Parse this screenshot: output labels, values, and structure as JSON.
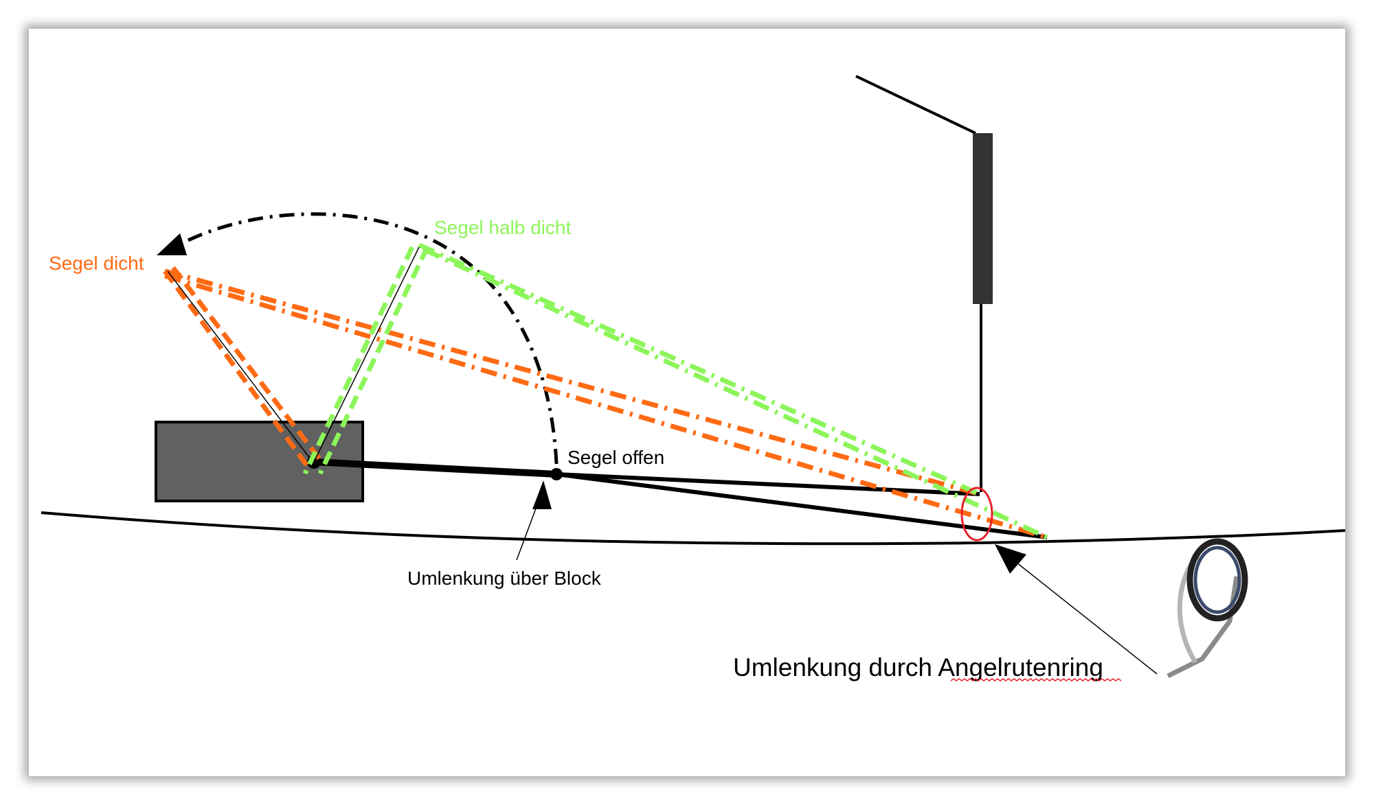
{
  "labels": {
    "sail_closed": "Segel dicht",
    "sail_half": "Segel halb dicht",
    "sail_open": "Segel offen",
    "block_redirect": "Umlenkung über Block",
    "ring_redirect_prefix": "Umlenkung durch ",
    "ring_redirect_word": "Angelrutenring"
  },
  "colors": {
    "closed": "#ff6a13",
    "half": "#8cf55a",
    "open": "#000000",
    "highlight": "#e8202a",
    "block": "#616161",
    "mast": "#333333"
  },
  "icons": [
    "fishing-rod-ring-icon"
  ]
}
